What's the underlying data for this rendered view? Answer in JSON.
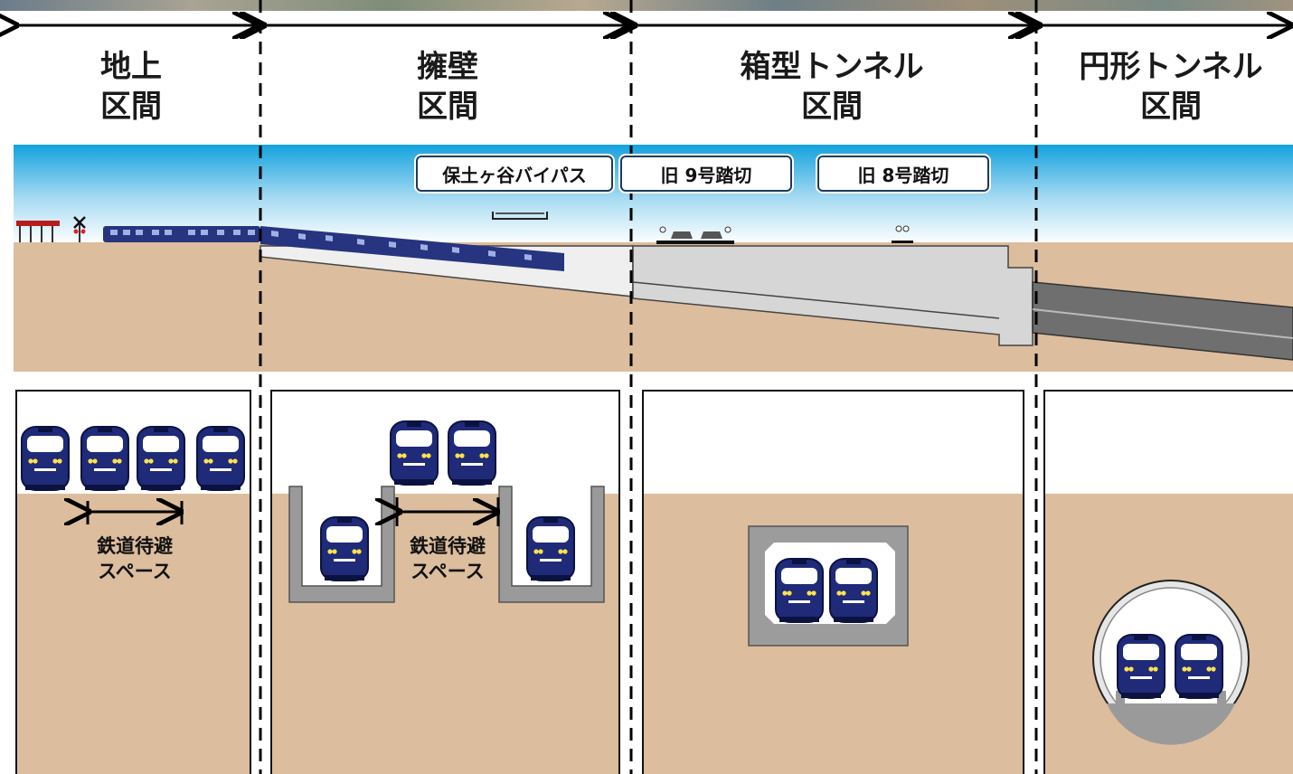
{
  "sections": [
    {
      "line1": "地上",
      "line2": "区間"
    },
    {
      "line1": "擁壁",
      "line2": "区間"
    },
    {
      "line1": "箱型トンネル",
      "line2": "区間"
    },
    {
      "line1": "円形トンネル",
      "line2": "区間"
    }
  ],
  "roads": [
    {
      "label": "保土ヶ谷バイパス"
    },
    {
      "label": "旧 9号踏切"
    },
    {
      "label": "旧 8号踏切"
    }
  ],
  "space_label": {
    "line1": "鉄道待避",
    "line2": "スペース"
  },
  "colors": {
    "soil": "#dcbd9d",
    "sky_top": "#1aa6e0",
    "train_navy": "#1f2a78",
    "concrete": "#a8a8a8",
    "box_tunnel": "#d4d4d4",
    "shield_tunnel": "#6e6e6e"
  }
}
